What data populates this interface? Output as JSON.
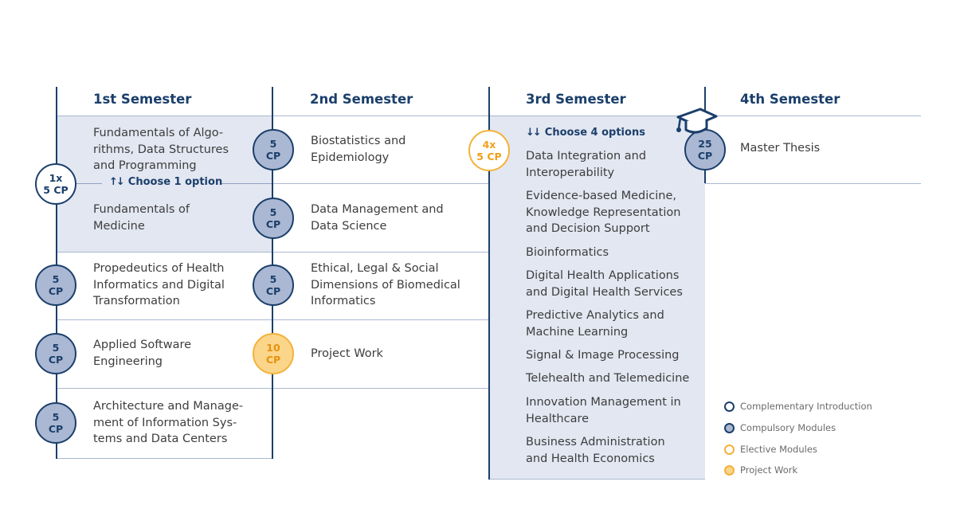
{
  "semesters": [
    {
      "title": "1st Semester",
      "choice_badge": {
        "count": "1x",
        "cp": "5 CP",
        "type": "complementary"
      },
      "choose_label": "Choose 1 option",
      "options": [
        "Fundamentals of Algo-\nrithms, Data Structures\nand Programming",
        "Fundamentals of\nMedicine"
      ],
      "modules": [
        {
          "cp": "5",
          "unit": "CP",
          "type": "compulsory",
          "title": "Propedeutics of Health\nInformatics and Digital\nTransformation"
        },
        {
          "cp": "5",
          "unit": "CP",
          "type": "compulsory",
          "title": "Applied Software\nEngineering"
        },
        {
          "cp": "5",
          "unit": "CP",
          "type": "compulsory",
          "title": "Architecture and Manage-\nment of Information Sys-\ntems and Data Centers"
        }
      ]
    },
    {
      "title": "2nd Semester",
      "modules": [
        {
          "cp": "5",
          "unit": "CP",
          "type": "compulsory",
          "title": "Biostatistics and\nEpidemiology"
        },
        {
          "cp": "5",
          "unit": "CP",
          "type": "compulsory",
          "title": "Data Management and\nData Science"
        },
        {
          "cp": "5",
          "unit": "CP",
          "type": "compulsory",
          "title": "Ethical, Legal & Social\nDimensions of Biomedical\nInformatics"
        },
        {
          "cp": "10",
          "unit": "CP",
          "type": "project",
          "title": "Project Work"
        }
      ]
    },
    {
      "title": "3rd Semester",
      "choice_badge": {
        "count": "4x",
        "cp": "5 CP",
        "type": "elective"
      },
      "choose_label": "Choose 4 options",
      "options": [
        "Data Integration and\nInteroperability",
        "Evidence-based Medicine,\nKnowledge Representation\nand Decision Support",
        "Bioinformatics",
        "Digital Health Applications\nand Digital Health Services",
        "Predictive Analytics and\nMachine Learning",
        "Signal & Image Processing",
        "Telehealth and Telemedicine",
        "Innovation Management in\nHealthcare",
        "Business Administration\nand Health Economics"
      ]
    },
    {
      "title": "4th Semester",
      "modules": [
        {
          "cp": "25",
          "unit": "CP",
          "type": "compulsory",
          "title": "Master Thesis"
        }
      ]
    }
  ],
  "legend": [
    {
      "label": "Complementary Introduction",
      "type": "complementary"
    },
    {
      "label": "Compulsory Modules",
      "type": "compulsory"
    },
    {
      "label": "Elective Modules",
      "type": "elective"
    },
    {
      "label": "Project Work",
      "type": "project"
    }
  ],
  "icons": {
    "thesis": "graduation-cap-icon",
    "choose_one": "swap-arrows-icon",
    "choose_many": "double-down-arrow-icon"
  },
  "colors": {
    "navy": "#1b3f6b",
    "panel": "#e3e7f2",
    "compulsory_fill": "#aab8d3",
    "elective": "#f3b23a",
    "project_fill": "#fbd58a"
  }
}
